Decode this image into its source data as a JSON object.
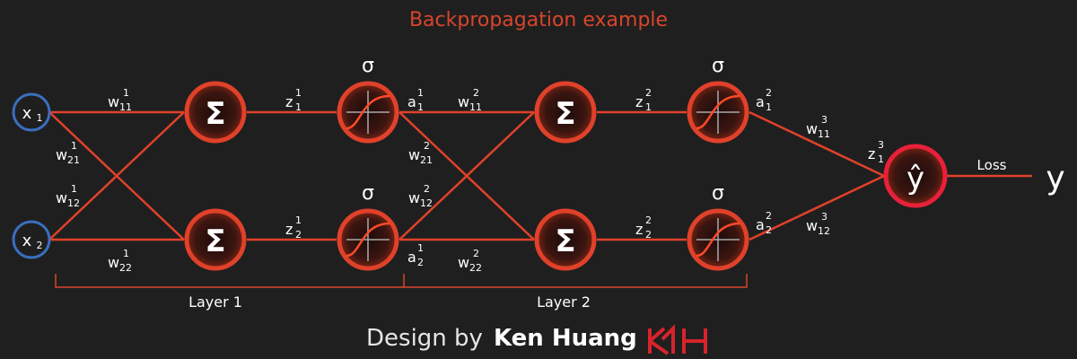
{
  "title": "Backpropagation example",
  "inputs": [
    "x",
    "x"
  ],
  "input_subscripts": [
    "1",
    "2"
  ],
  "sum_symbol": "Σ",
  "activation_symbol": "σ",
  "output_symbol": "ŷ",
  "target_symbol": "y",
  "loss_label": "Loss",
  "layer_labels": [
    "Layer 1",
    "Layer 2"
  ],
  "weights": {
    "l1": [
      {
        "base": "w",
        "sub": "11",
        "sup": "1"
      },
      {
        "base": "w",
        "sub": "21",
        "sup": "1"
      },
      {
        "base": "w",
        "sub": "12",
        "sup": "1"
      },
      {
        "base": "w",
        "sub": "22",
        "sup": "1"
      }
    ],
    "l2": [
      {
        "base": "w",
        "sub": "11",
        "sup": "2"
      },
      {
        "base": "w",
        "sub": "21",
        "sup": "2"
      },
      {
        "base": "w",
        "sub": "12",
        "sup": "2"
      },
      {
        "base": "w",
        "sub": "22",
        "sup": "2"
      }
    ],
    "l3": [
      {
        "base": "w",
        "sub": "11",
        "sup": "3"
      },
      {
        "base": "w",
        "sub": "12",
        "sup": "3"
      }
    ]
  },
  "z_labels": [
    {
      "base": "z",
      "sub": "1",
      "sup": "1"
    },
    {
      "base": "z",
      "sub": "2",
      "sup": "1"
    },
    {
      "base": "z",
      "sub": "1",
      "sup": "2"
    },
    {
      "base": "z",
      "sub": "2",
      "sup": "2"
    },
    {
      "base": "z",
      "sub": "1",
      "sup": "3"
    }
  ],
  "a_labels": [
    {
      "base": "a",
      "sub": "1",
      "sup": "1"
    },
    {
      "base": "a",
      "sub": "2",
      "sup": "1"
    },
    {
      "base": "a",
      "sub": "1",
      "sup": "2"
    },
    {
      "base": "a",
      "sub": "2",
      "sup": "2"
    }
  ],
  "credit": {
    "prefix": "Design by",
    "author": "Ken Huang"
  },
  "colors": {
    "accent": "#d8452c",
    "input_ring": "#3a6fc0",
    "background": "#1f1f1f",
    "node_fill": "#3a1410"
  }
}
